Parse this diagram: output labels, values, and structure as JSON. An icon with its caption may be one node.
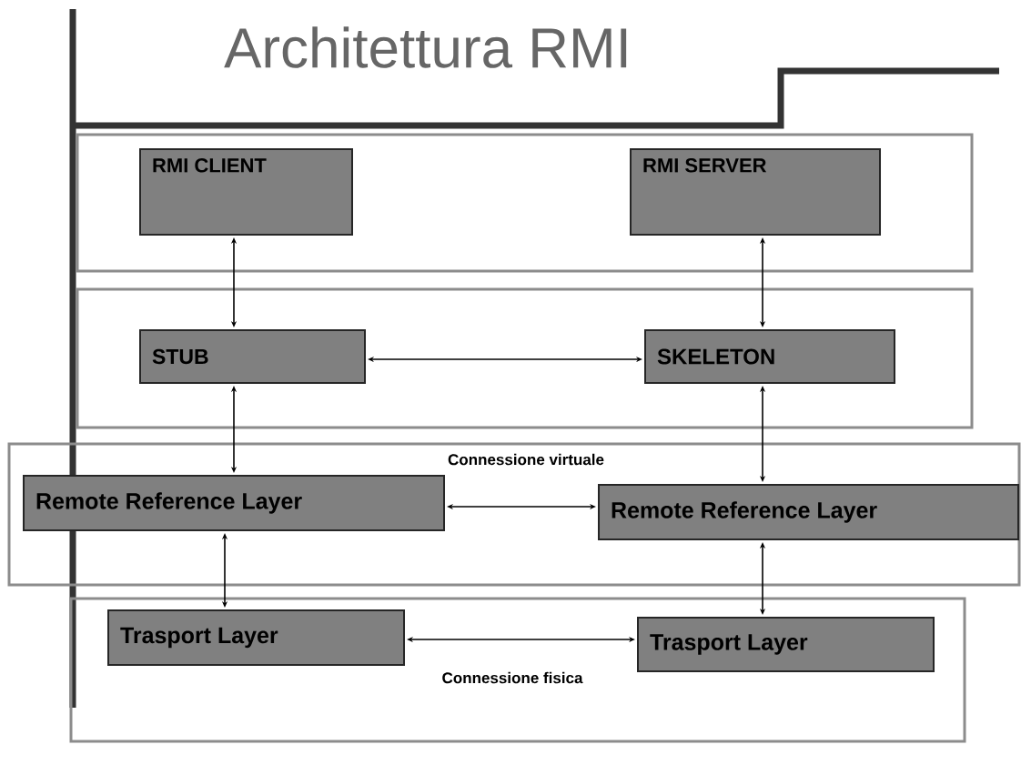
{
  "diagram": {
    "title": "Architettura RMI",
    "nodes": [
      {
        "text": [],
        "shape": "box"
      },
      {
        "text": [
          "RMI CLIENT"
        ],
        "in": 0
      },
      {
        "text": [
          "RMI SERVER"
        ],
        "in": 0
      },
      {
        "text": [],
        "shape": "box"
      },
      {
        "text": [
          "STUB"
        ],
        "in": 3
      },
      {
        "text": [
          "SKELETON"
        ],
        "in": 3
      },
      {
        "text": [],
        "shape": "box"
      },
      {
        "text": [
          "Remote Reference Layer"
        ],
        "in": 6
      },
      {
        "text": [
          "Remote Reference Layer"
        ],
        "in": 6
      },
      {
        "text": [],
        "shape": "box"
      },
      {
        "text": [
          "Trasport Layer"
        ],
        "in": 9
      },
      {
        "text": [
          "Trasport Layer"
        ],
        "in": 9
      }
    ],
    "edges": [
      {
        "from": 1,
        "to": 4,
        "arrow": "both"
      },
      {
        "from": 2,
        "to": 5,
        "arrow": "both"
      },
      {
        "from": 4,
        "to": 5,
        "arrow": "both"
      },
      {
        "from": 4,
        "to": 7,
        "arrow": "both"
      },
      {
        "from": 5,
        "to": 8,
        "arrow": "both"
      },
      {
        "from": 7,
        "to": 8,
        "arrow": "both"
      },
      {
        "from": 7,
        "to": 10,
        "arrow": "both"
      },
      {
        "from": 8,
        "to": 11,
        "arrow": "both"
      },
      {
        "from": 10,
        "to": 11,
        "arrow": "both"
      }
    ],
    "labels": [
      "Connessione virtuale",
      "Connessione fisica"
    ]
  }
}
